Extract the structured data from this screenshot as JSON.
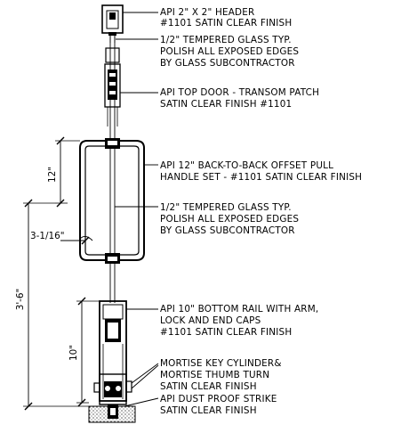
{
  "callouts": {
    "header": [
      "API 2\" X 2\" HEADER",
      "#1101 SATIN CLEAR FINISH"
    ],
    "glass_top": [
      "1/2\" TEMPERED GLASS TYP.",
      "POLISH ALL EXPOSED EDGES",
      "BY GLASS SUBCONTRACTOR"
    ],
    "transom_patch": [
      "API TOP DOOR - TRANSOM PATCH",
      "SATIN CLEAR FINISH #1101"
    ],
    "pull_handle": [
      "API 12\" BACK-TO-BACK OFFSET PULL",
      "HANDLE SET - #1101 SATIN CLEAR FINISH"
    ],
    "glass_mid": [
      "1/2\" TEMPERED GLASS TYP.",
      "POLISH ALL EXPOSED EDGES",
      "BY GLASS SUBCONTRACTOR"
    ],
    "bottom_rail": [
      "API 10\" BOTTOM RAIL WITH ARM,",
      "LOCK AND END CAPS",
      "#1101 SATIN CLEAR FINISH"
    ],
    "mortise": [
      "MORTISE KEY CYLINDER&",
      "MORTISE THUMB TURN",
      "SATIN CLEAR FINISH"
    ],
    "strike": [
      "API DUST PROOF STRIKE",
      "SATIN CLEAR FINISH"
    ]
  },
  "dimensions": {
    "handle_height": "12\"",
    "handle_offset": "3-1/16\"",
    "overall_height": "3'-6\"",
    "rail_height": "10\""
  }
}
